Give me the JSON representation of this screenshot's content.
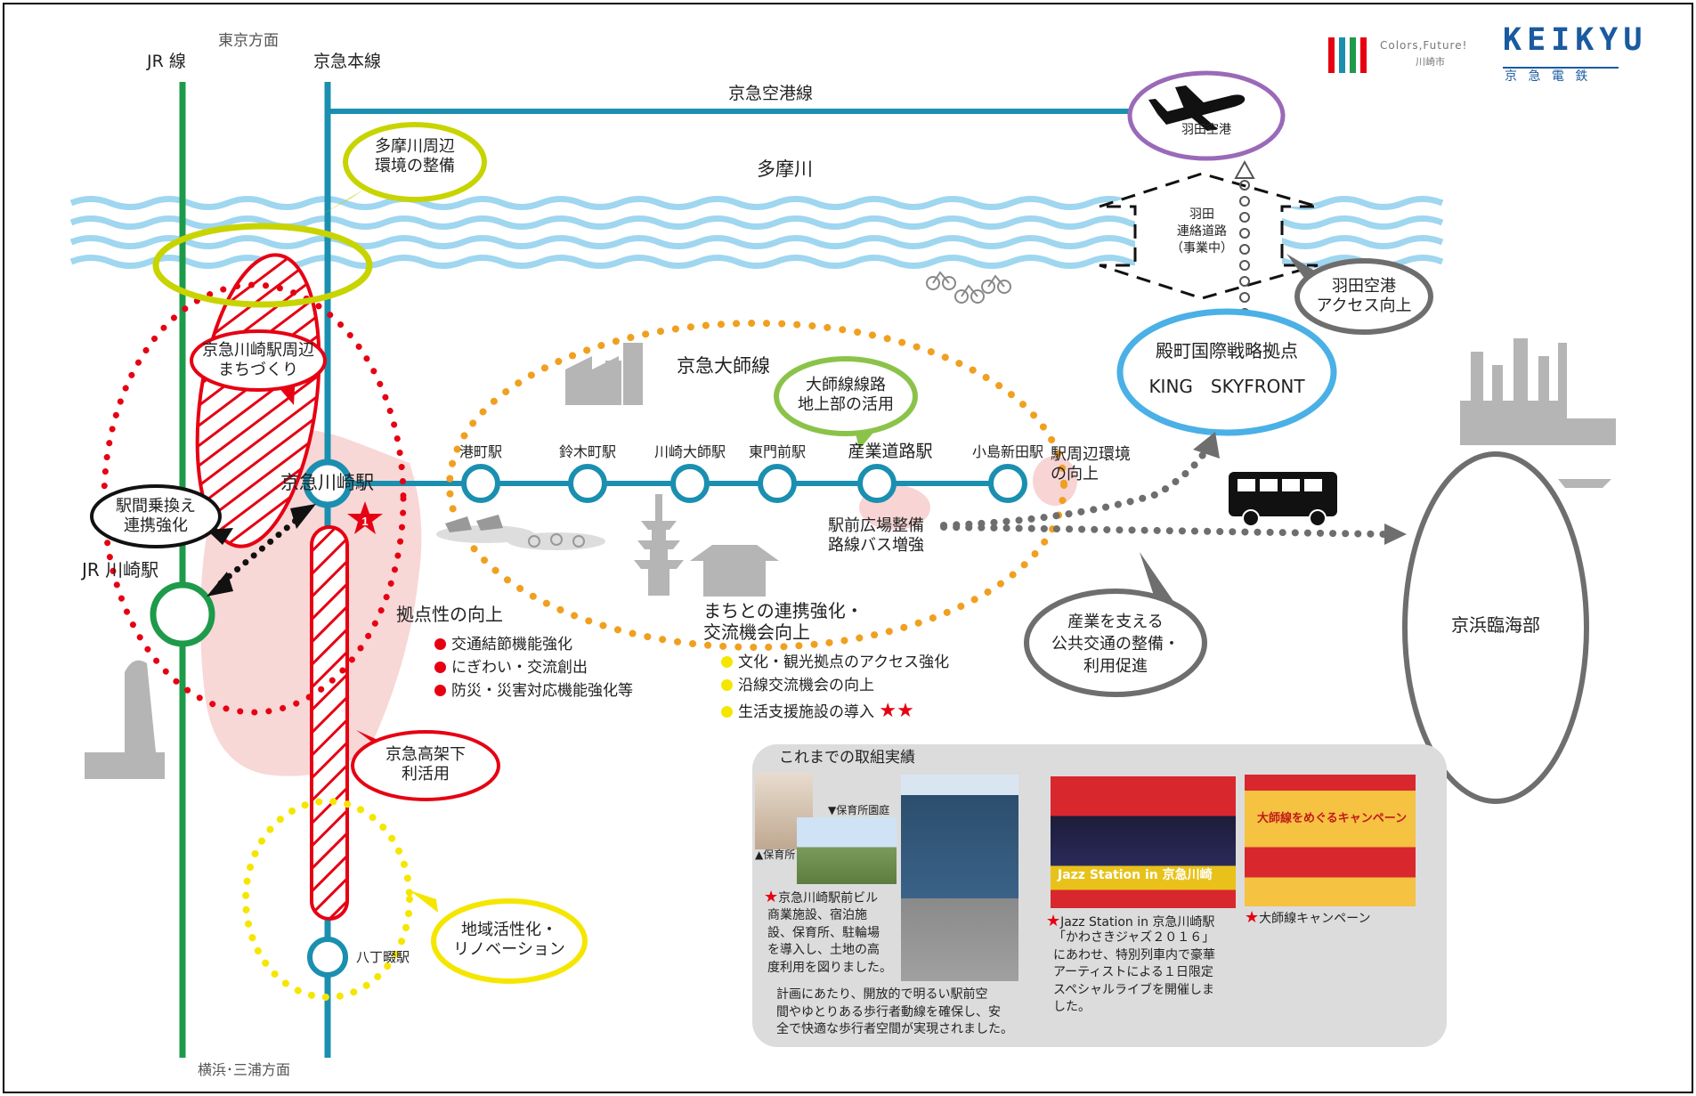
{
  "direction_top": "東京方面",
  "direction_bottom": "横浜･三浦方面",
  "lines": {
    "jr": "JR 線",
    "keikyu_main": "京急本線",
    "airport": "京急空港線",
    "daishi": "京急大師線"
  },
  "river": "多摩川",
  "haneda": "羽田空港",
  "haneda_road": "羽田\n連絡道路\n（事業中）",
  "callouts": {
    "tamagawa_env": "多摩川周辺\n環境の整備",
    "station_area": "京急川崎駅周辺\nまちづくり",
    "transfer": "駅間乗換え\n連携強化",
    "daishi_surface": "大師線線路\n地上部の活用",
    "haneda_access": "羽田空港\nアクセス向上",
    "viaduct": "京急高架下\n利活用",
    "renovation": "地域活性化・\nリノベーション",
    "public_transport": "産業を支える\n公共交通の整備・\n利用促進"
  },
  "stations": {
    "keikyu_kawasaki": "京急川崎駅",
    "jr_kawasaki": "JR 川崎駅",
    "hatchonawate": "八丁畷駅",
    "minatocho": "港町駅",
    "suzukicho": "鈴木町駅",
    "kawasaki_daishi": "川崎大師駅",
    "higashimonzen": "東門前駅",
    "sangyodoro": "産業道路駅",
    "kojimashinden": "小島新田駅"
  },
  "station_env": "駅周辺環境\nの向上",
  "plaza": "駅前広場整備\n路線バス増強",
  "tonomachi": {
    "title": "殿町国際戦略拠点",
    "name": "KING　SKYFRONT"
  },
  "keihin": "京浜臨海部",
  "hub": {
    "title": "拠点性の向上",
    "items": [
      "交通結節機能強化",
      "にぎわい・交流創出",
      "防災・災害対応機能強化等"
    ]
  },
  "town": {
    "title": "まちとの連携強化・\n交流機会向上",
    "items": [
      "文化・観光拠点のアクセス強化",
      "沿線交流機会の向上",
      "生活支援施設の導入"
    ]
  },
  "logos": {
    "kawasaki_tagline": "Colors,Future!",
    "kawasaki_city": "川崎市",
    "keikyu_en": "KEIKYU",
    "keikyu_jp": "京 急 電 鉄"
  },
  "achievements": {
    "title": "これまでの取組実績",
    "nursery_garden": "▼保育所園庭",
    "nursery": "▲保育所",
    "item1_title": "京急川崎駅前ビル",
    "item1_body": "商業施設、宿泊施\n設、保育所、駐輪場\nを導入し、土地の高\n度利用を図りました。",
    "item1_note": "計画にあたり、開放的で明るい駅前空\n間やゆとりある歩行者動線を確保し、安\n全で快適な歩行者空間が実現されました。",
    "item2_title": "Jazz Station in 京急川崎駅",
    "item2_body": "「かわさきジャズ２０１６」\nにあわせ、特別列車内で豪華\nアーティストによる１日限定\nスペシャルライブを開催しま\nした。",
    "item3_title": "大師線キャンペーン",
    "poster_jazz": "Jazz Station in 京急川崎",
    "poster_daishi": "大師線をめぐるキャンペーン"
  },
  "colors": {
    "keikyu_line": "#1a8fb0",
    "jr_line": "#1e9a4b",
    "red": "#e60012",
    "orange": "#f0a020",
    "yellow": "#f5e600",
    "lime": "#c8d400",
    "purple": "#9a6ab8",
    "sky": "#4ab0e6",
    "gray": "#6e6e6e"
  }
}
